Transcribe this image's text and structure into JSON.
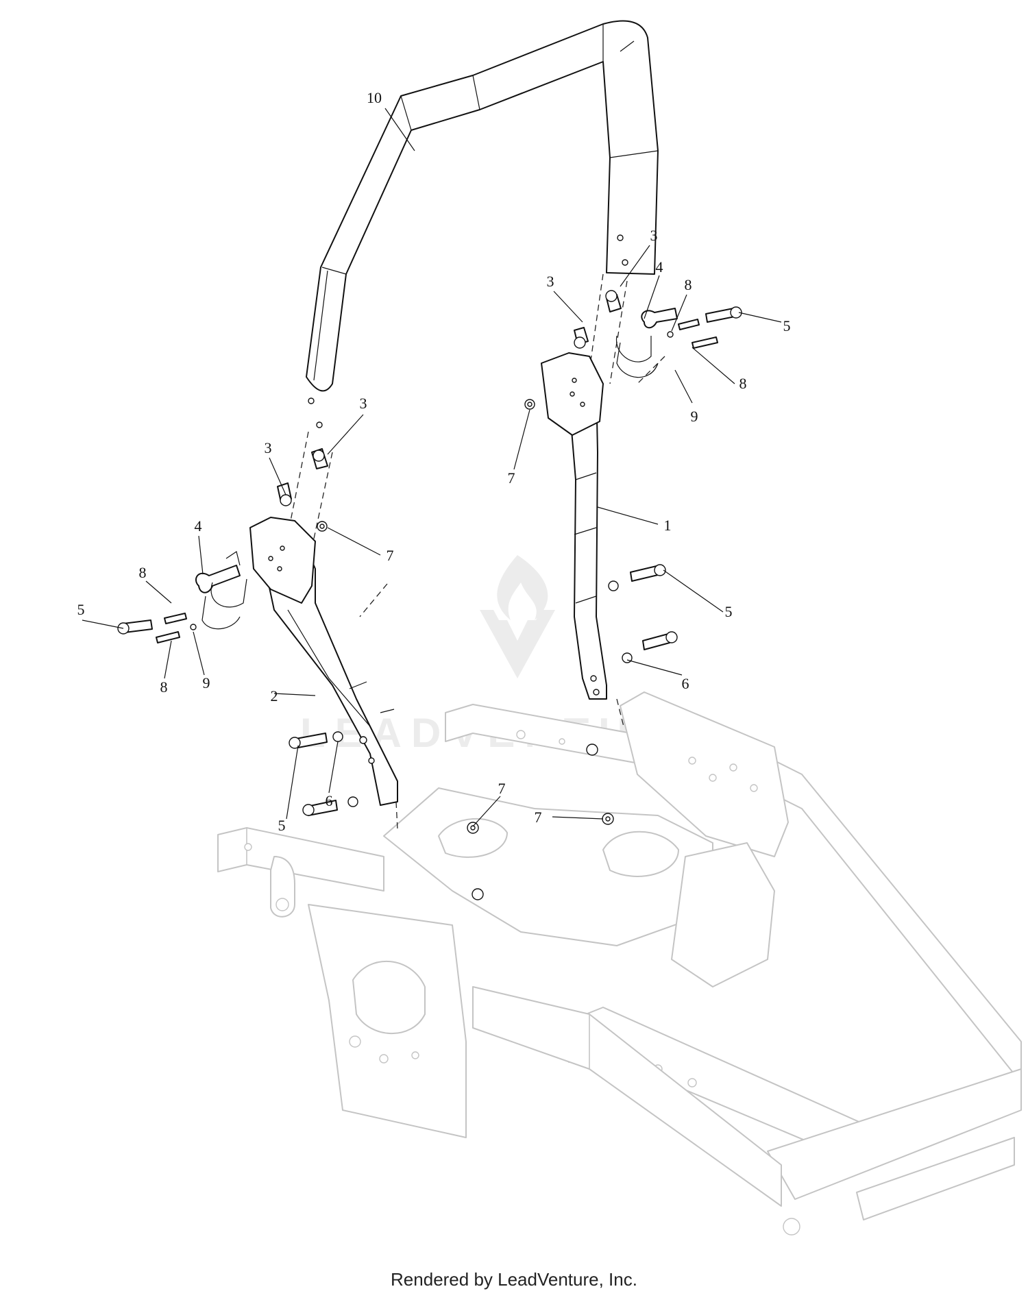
{
  "diagram": {
    "callouts": [
      "10",
      "3",
      "3",
      "4",
      "8",
      "5",
      "8",
      "9",
      "7",
      "1",
      "3",
      "3",
      "4",
      "7",
      "8",
      "5",
      "8",
      "9",
      "5",
      "6",
      "2",
      "5",
      "6",
      "7",
      "7"
    ],
    "watermark": "LEADVENTURE"
  },
  "footer": {
    "text": "Rendered by LeadVenture, Inc."
  }
}
